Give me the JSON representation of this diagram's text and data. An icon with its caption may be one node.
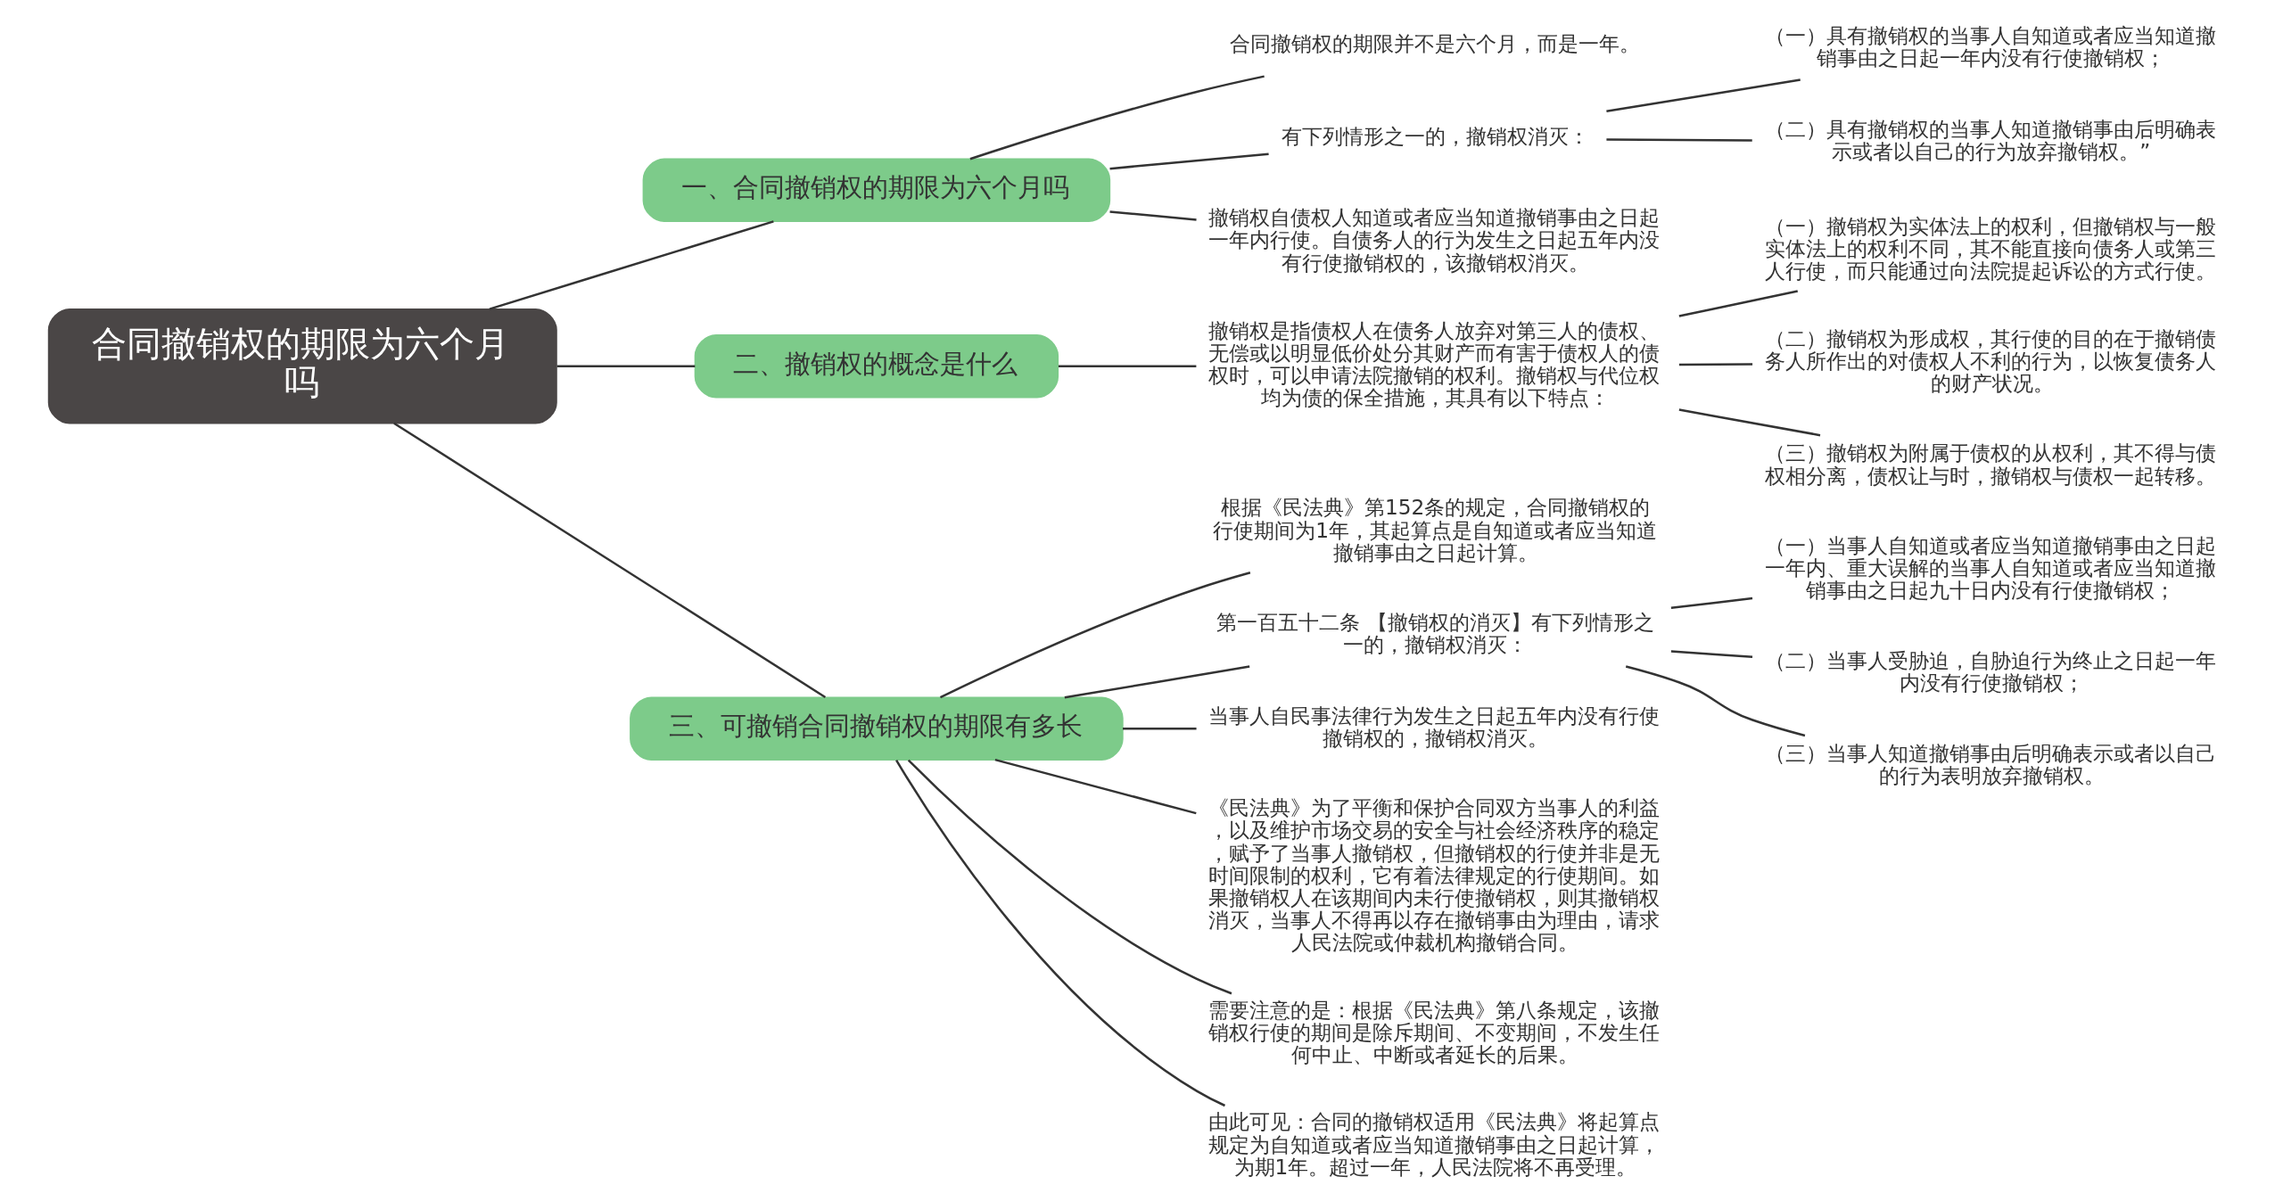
{
  "diagram": {
    "nodes": [
      {
        "text": [
          "合同撤销权的期限为六个月吗"
        ]
      },
      {
        "text": [
          "一、合同撤销权的期限为六个月吗"
        ]
      },
      {
        "text": [
          "合同撤销权的期限并不是六个月，而是一年。"
        ]
      },
      {
        "text": [
          "有下列情形之一的，撤销权消灭："
        ]
      },
      {
        "text": [
          "（一）具有撤销权的当事人自知道或者应当知道撤销事由之日起一年内没有行使撤销权；"
        ]
      },
      {
        "text": [
          "（二）具有撤销权的当事人知道撤销事由后明确表示或者以自己的行为放弃撤销权。”"
        ]
      },
      {
        "text": [
          "撤销权自债权人知道或者应当知道撤销事由之日起一年内行使。自债务人的行为发生之日起五年内没有行使撤销权的，该撤销权消灭。"
        ]
      },
      {
        "text": [
          "二、撤销权的概念是什么"
        ]
      },
      {
        "text": [
          "撤销权是指债权人在债务人放弃对第三人的债权、无偿或以明显低价处分其财产而有害于债权人的债权时，可以申请法院撤销的权利。撤销权与代位权均为债的保全措施，其具有以下特点："
        ]
      },
      {
        "text": [
          "（一）撤销权为实体法上的权利，但撤销权与一般实体法上的权利不同，其不能直接向债务人或第三人行使，而只能通过向法院提起诉讼的方式行使。"
        ]
      },
      {
        "text": [
          "（二）撤销权为形成权，其行使的目的在于撤销债务人所作出的对债权人不利的行为，以恢复债务人的财产状况。"
        ]
      },
      {
        "text": [
          "（三）撤销权为附属于债权的从权利，其不得与债权相分离，债权让与时，撤销权与债权一起转移。"
        ]
      },
      {
        "text": [
          "三、可撤销合同撤销权的期限有多长"
        ]
      },
      {
        "text": [
          "根据《民法典》第152条的规定，合同撤销权的行使期间为1年，其起算点是自知道或者应当知道撤销事由之日起计算。"
        ]
      },
      {
        "text": [
          "第一百五十二条 【撤销权的消灭】有下列情形之一的，撤销权消灭："
        ]
      },
      {
        "text": [
          "（一）当事人自知道或者应当知道撤销事由之日起一年内、重大误解的当事人自知道或者应当知道撤销事由之日起九十日内没有行使撤销权；"
        ]
      },
      {
        "text": [
          "（二）当事人受胁迫，自胁迫行为终止之日起一年内没有行使撤销权；"
        ]
      },
      {
        "text": [
          "（三）当事人知道撤销事由后明确表示或者以自己的行为表明放弃撤销权。"
        ]
      },
      {
        "text": [
          "当事人自民事法律行为发生之日起五年内没有行使撤销权的，撤销权消灭。"
        ]
      },
      {
        "text": [
          "《民法典》为了平衡和保护合同双方当事人的利益，以及维护市场交易的安全与社会经济秩序的稳定，赋予了当事人撤销权，但撤销权的行使并非是无时间限制的权利，它有着法律规定的行使期间。如果撤销权人在该期间内未行使撤销权，则其撤销权消灭，当事人不得再以存在撤销事由为理由，请求人民法院或仲裁机构撤销合同。"
        ]
      },
      {
        "text": [
          "需要注意的是：根据《民法典》第八条规定，该撤销权行使的期间是除斥期间、不变期间，不发生任何中止、中断或者延长的后果。"
        ]
      },
      {
        "text": [
          "由此可见：合同的撤销权适用《民法典》将起算点规定为自知道或者应当知道撤销事由之日起计算，为期1年。超过一年，人民法院将不再受理。"
        ]
      }
    ],
    "edges": [
      {
        "from": 0,
        "to": 1,
        "arrow": "none"
      },
      {
        "from": 1,
        "to": 2,
        "arrow": "none"
      },
      {
        "from": 1,
        "to": 3,
        "arrow": "none"
      },
      {
        "from": 3,
        "to": 4,
        "arrow": "none"
      },
      {
        "from": 3,
        "to": 5,
        "arrow": "none"
      },
      {
        "from": 1,
        "to": 6,
        "arrow": "none"
      },
      {
        "from": 0,
        "to": 7,
        "arrow": "none"
      },
      {
        "from": 7,
        "to": 8,
        "arrow": "none"
      },
      {
        "from": 8,
        "to": 9,
        "arrow": "none"
      },
      {
        "from": 8,
        "to": 10,
        "arrow": "none"
      },
      {
        "from": 8,
        "to": 11,
        "arrow": "none"
      },
      {
        "from": 0,
        "to": 12,
        "arrow": "none"
      },
      {
        "from": 12,
        "to": 13,
        "arrow": "none"
      },
      {
        "from": 12,
        "to": 14,
        "arrow": "none"
      },
      {
        "from": 14,
        "to": 15,
        "arrow": "none"
      },
      {
        "from": 14,
        "to": 16,
        "arrow": "none"
      },
      {
        "from": 14,
        "to": 17,
        "arrow": "none"
      },
      {
        "from": 12,
        "to": 18,
        "arrow": "none"
      },
      {
        "from": 12,
        "to": 19,
        "arrow": "none"
      },
      {
        "from": 12,
        "to": 20,
        "arrow": "none"
      },
      {
        "from": 12,
        "to": 21,
        "arrow": "none"
      }
    ]
  }
}
